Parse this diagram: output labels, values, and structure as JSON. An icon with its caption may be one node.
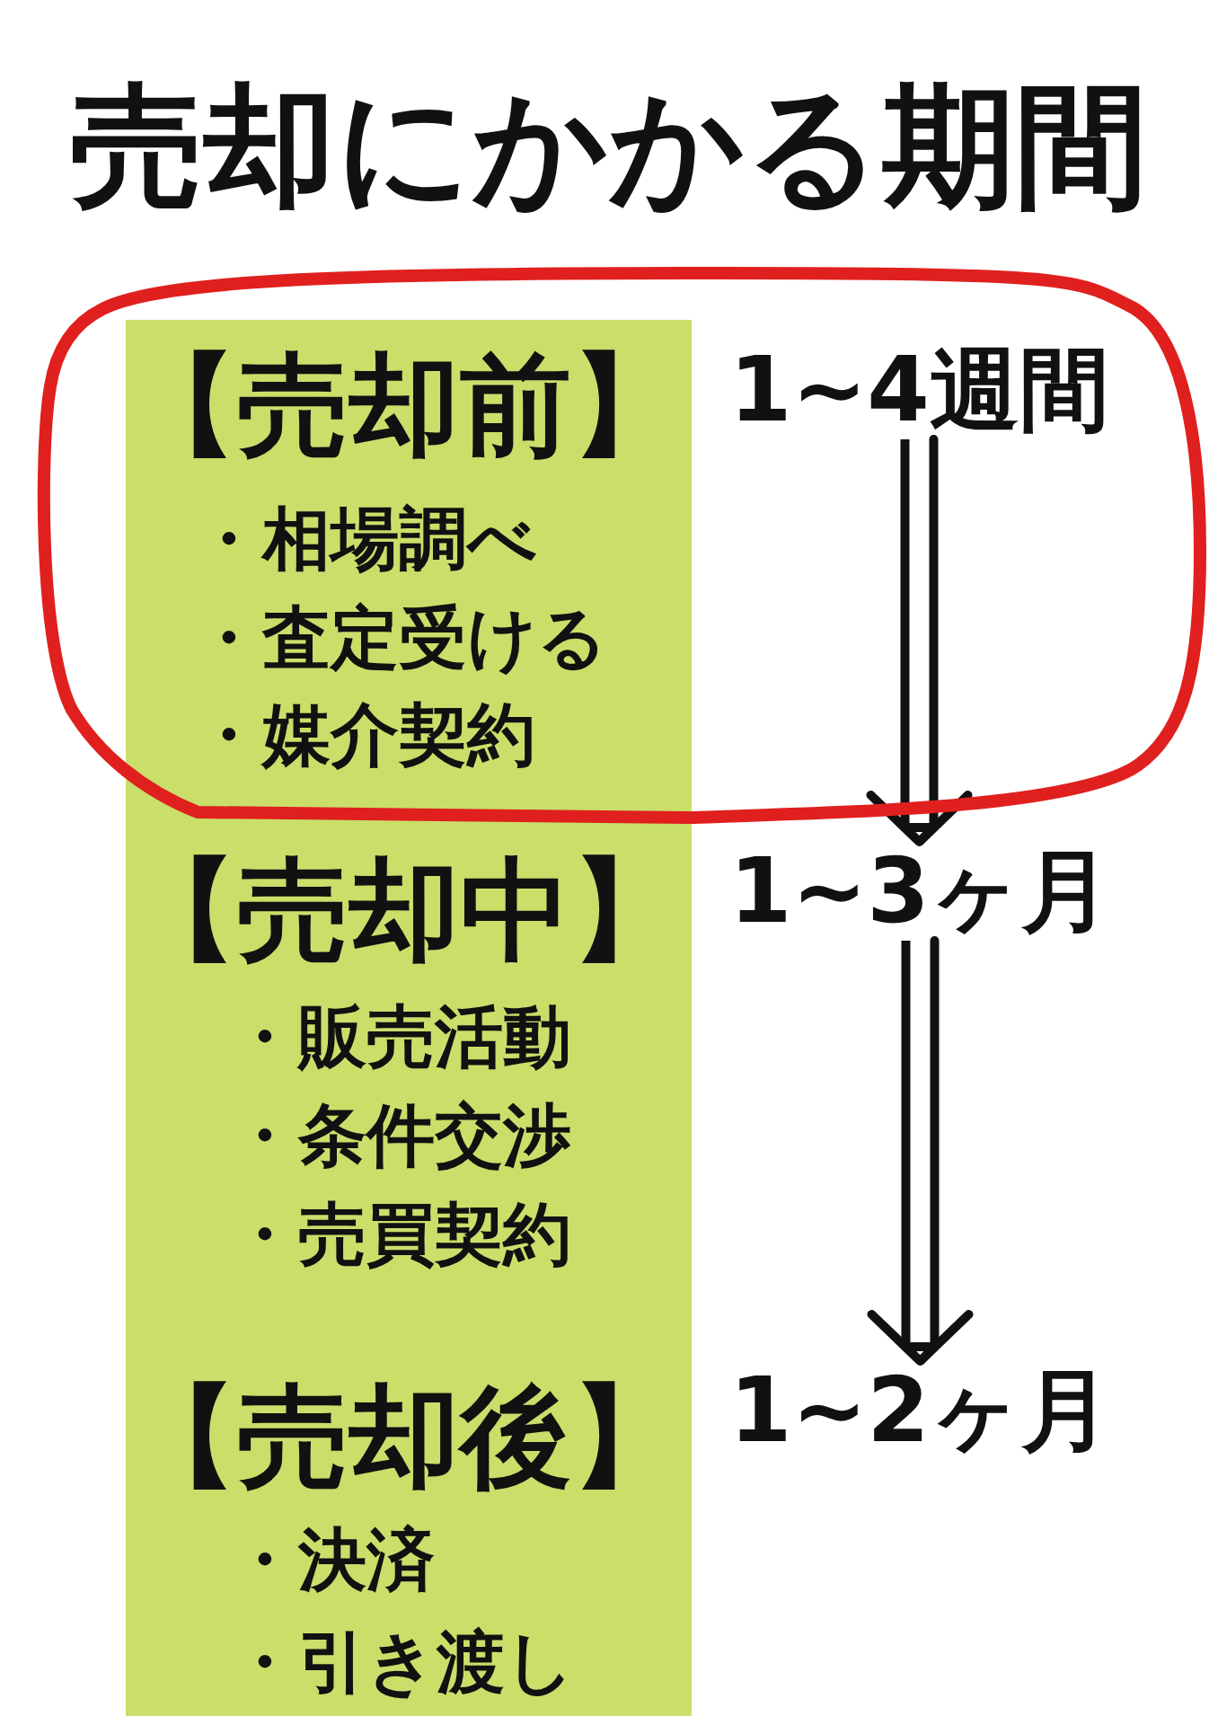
{
  "diagram": {
    "title": "売却にかかる期間",
    "nodes": [
      {
        "text": [],
        "shape": "ellipse"
      },
      {
        "text": [
          "【売却前】",
          "・相場調べ",
          "・査定受ける",
          "・媒介契約"
        ],
        "in": 0
      },
      {
        "text": [
          "1~4週間"
        ],
        "in": 0
      },
      {
        "text": [
          "【売却中】",
          "・販売活動",
          "・条件交渉",
          "・売買契約"
        ]
      },
      {
        "text": [
          "1~3ヶ月"
        ]
      },
      {
        "text": [
          "【売却後】",
          "・決済",
          "・引き渡し"
        ]
      },
      {
        "text": [
          "1~2ヶ月"
        ]
      }
    ],
    "edges": [
      {
        "from": 2,
        "to": 4,
        "arrow": "to"
      },
      {
        "from": 4,
        "to": 6,
        "arrow": "to"
      }
    ]
  }
}
